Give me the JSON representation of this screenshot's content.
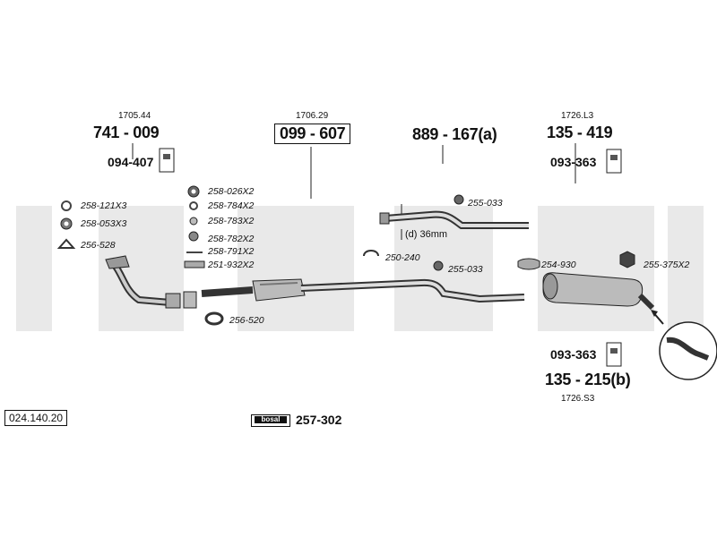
{
  "parts": {
    "ref_1705": "1705.44",
    "num_741": "741 - 009",
    "num_094": "094-407",
    "ref_1706": "1706.29",
    "num_099": "099 - 607",
    "num_889": "889 - 167(a)",
    "ref_1726l3": "1726.L3",
    "num_135_419": "135 - 419",
    "num_093_top": "093-363",
    "g_258_121": "258-121X3",
    "g_258_053": "258-053X3",
    "g_256_528": "256-528",
    "g_258_026": "258-026X2",
    "g_258_784": "258-784X2",
    "g_258_783": "258-783X2",
    "g_258_782": "258-782X2",
    "g_258_791": "258-791X2",
    "g_251_932": "251-932X2",
    "g_255_033_top": "255-033",
    "pipe_d": "(d) 36mm",
    "g_250_240": "250-240",
    "g_255_033_mid": "255-033",
    "g_254_930": "254-930",
    "g_255_375": "255-375X2",
    "g_256_520": "256-520",
    "num_093_bottom": "093-363",
    "num_135_215": "135 - 215(b)",
    "ref_1726s3": "1726.S3",
    "code": "024.140.20",
    "bosal_label": "bosal",
    "num_257": "257-302"
  },
  "colors": {
    "watermark": "#e9e9e9",
    "ink": "#111111"
  }
}
